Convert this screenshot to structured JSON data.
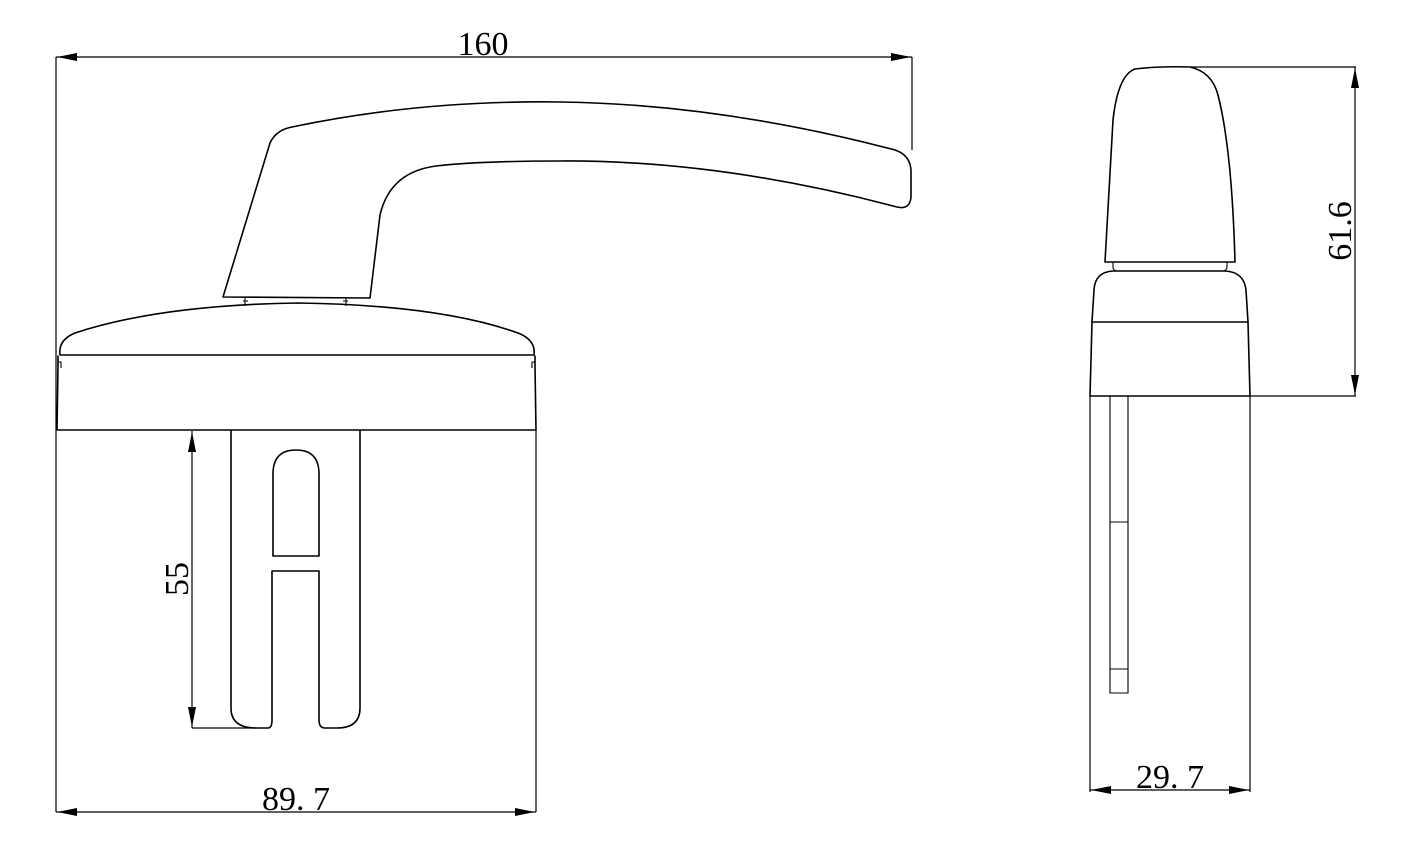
{
  "drawing": {
    "type": "technical-drawing",
    "subject": "window handle",
    "views": {
      "front": {
        "dimensions": {
          "overall_length": "160",
          "base_width": "89. 7",
          "spindle_length": "55"
        }
      },
      "side": {
        "dimensions": {
          "height": "61.6",
          "width": "29. 7"
        }
      }
    },
    "colors": {
      "line": "#000000",
      "background": "#ffffff"
    }
  }
}
